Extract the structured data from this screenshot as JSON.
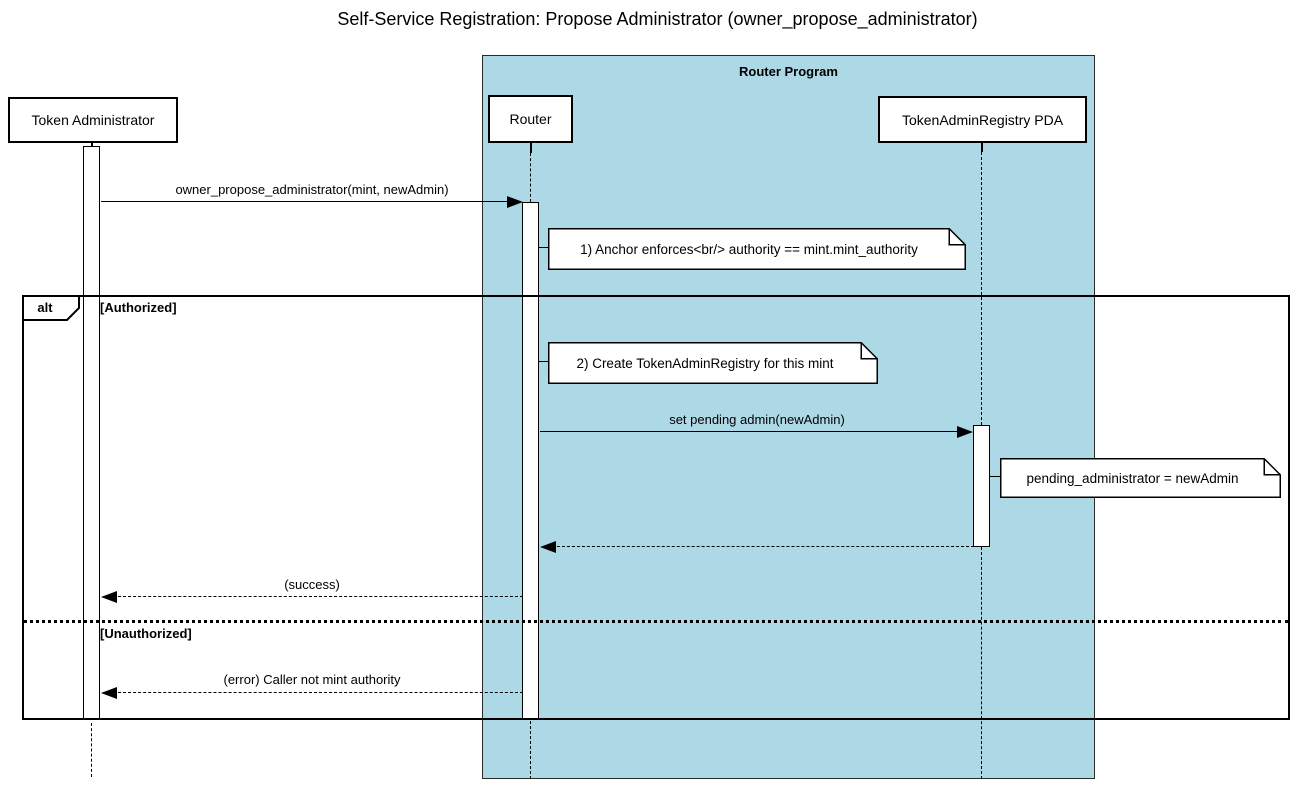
{
  "title": "Self-Service Registration: Propose Administrator (owner_propose_administrator)",
  "group": {
    "label": "Router Program"
  },
  "participants": [
    {
      "name": "Token Administrator"
    },
    {
      "name": "Router"
    },
    {
      "name": "TokenAdminRegistry PDA"
    }
  ],
  "messages": {
    "propose": "owner_propose_administrator(mint, newAdmin)",
    "set_pending": "set pending admin(newAdmin)",
    "success": "(success)",
    "error": "(error) Caller not mint authority"
  },
  "notes": {
    "anchor_enforces": "1) Anchor enforces<br/> authority == mint.mint_authority",
    "create_registry": "2) Create TokenAdminRegistry for this mint",
    "pending_admin": "pending_administrator = newAdmin"
  },
  "alt_frame": {
    "operator": "alt",
    "guard_authorized": "[Authorized]",
    "guard_unauthorized": "[Unauthorized]"
  },
  "colors": {
    "group_fill": "#add8e6",
    "participant_fill": "#ffffff",
    "note_fill": "#ffffff",
    "line": "#000000"
  }
}
